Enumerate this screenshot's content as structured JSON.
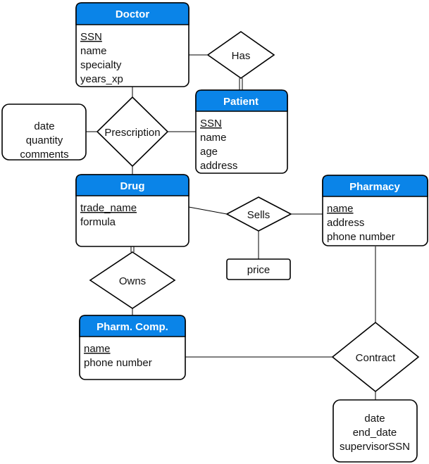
{
  "entities": {
    "doctor": {
      "title": "Doctor",
      "attrs": [
        "SSN",
        "name",
        "specialty",
        "years_xp"
      ]
    },
    "patient": {
      "title": "Patient",
      "attrs": [
        "SSN",
        "name",
        "age",
        "address"
      ]
    },
    "drug": {
      "title": "Drug",
      "attrs": [
        "trade_name",
        "formula"
      ]
    },
    "pharmacy": {
      "title": "Pharmacy",
      "attrs": [
        "name",
        "address",
        "phone number"
      ]
    },
    "pharm_comp": {
      "title": "Pharm. Comp.",
      "attrs": [
        "name",
        "phone number"
      ]
    }
  },
  "relationships": {
    "has": "Has",
    "prescription": "Prescription",
    "sells": "Sells",
    "owns": "Owns",
    "contract": "Contract"
  },
  "relationship_attrs": {
    "prescription": [
      "date",
      "quantity",
      "comments"
    ],
    "sells": [
      "price"
    ],
    "contract": [
      "date",
      "end_date",
      "supervisorSSN"
    ]
  }
}
